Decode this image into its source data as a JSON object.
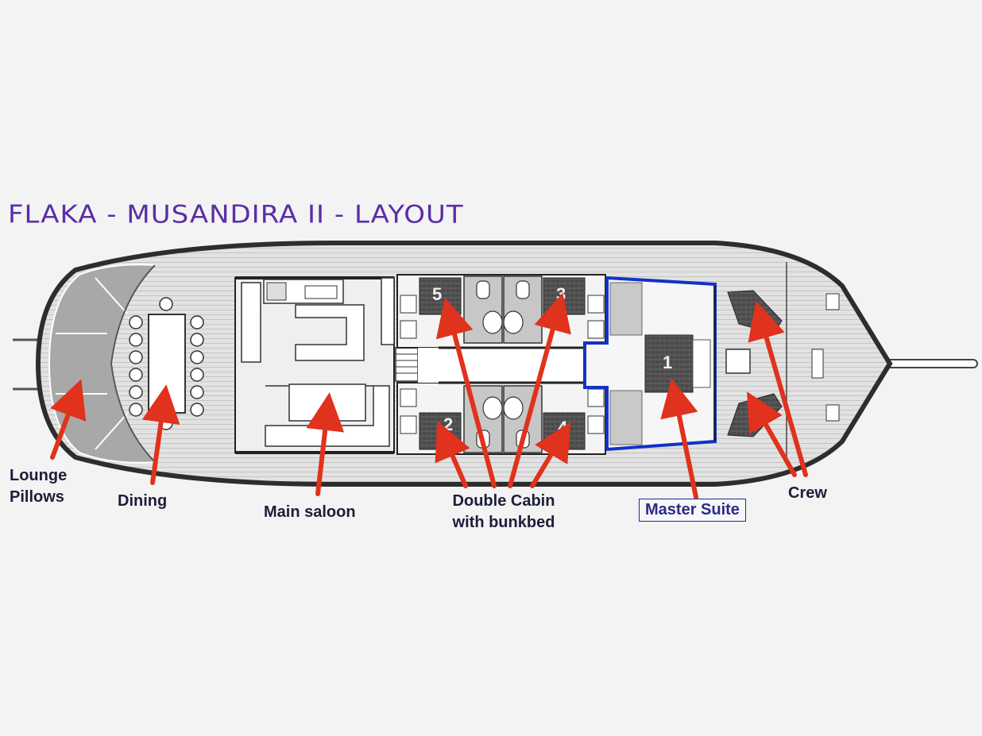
{
  "title": "FLAKA - MUSANDIRA II - LAYOUT",
  "labels": {
    "lounge": "Lounge\nPillows",
    "dining": "Dining",
    "saloon": "Main saloon",
    "double_cabin": "Double Cabin\nwith bunkbed",
    "master_suite": "Master Suite",
    "crew": "Crew"
  },
  "cabin_numbers": [
    "5",
    "3",
    "2",
    "4",
    "1"
  ],
  "colors": {
    "title": "#5b2ea6",
    "arrow": "#e0321c",
    "master_outline": "#1233c4",
    "label_text": "#1c1e3a"
  }
}
